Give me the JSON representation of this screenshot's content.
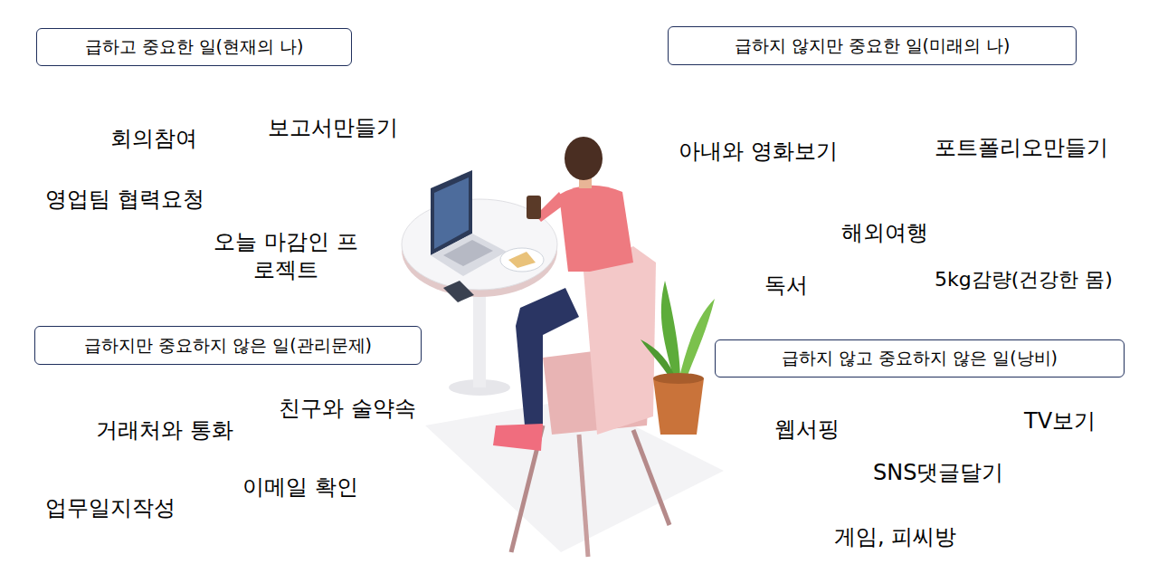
{
  "diagram": {
    "nodes": [
      {
        "text": [
          "급하고 중요한 일(현재의 나)"
        ]
      },
      {
        "text": [
          "급하지 않지만 중요한 일(미래의 나)"
        ]
      },
      {
        "text": [
          "급하지만 중요하지 않은 일(관리문제)"
        ]
      },
      {
        "text": [
          "급하지 않고 중요하지 않은 일(낭비)"
        ]
      }
    ],
    "labels": [
      "회의참여",
      "보고서만들기",
      "영업팀 협력요청",
      "오늘 마감인 프로젝트",
      "아내와 영화보기",
      "포트폴리오만들기",
      "해외여행",
      "독서",
      "5kg감량(건강한 몸)",
      "친구와 술약속",
      "거래처와 통화",
      "이메일 확인",
      "업무일지작성",
      "웹서핑",
      "TV보기",
      "SNS댓글달기",
      "게임, 피씨방"
    ]
  }
}
